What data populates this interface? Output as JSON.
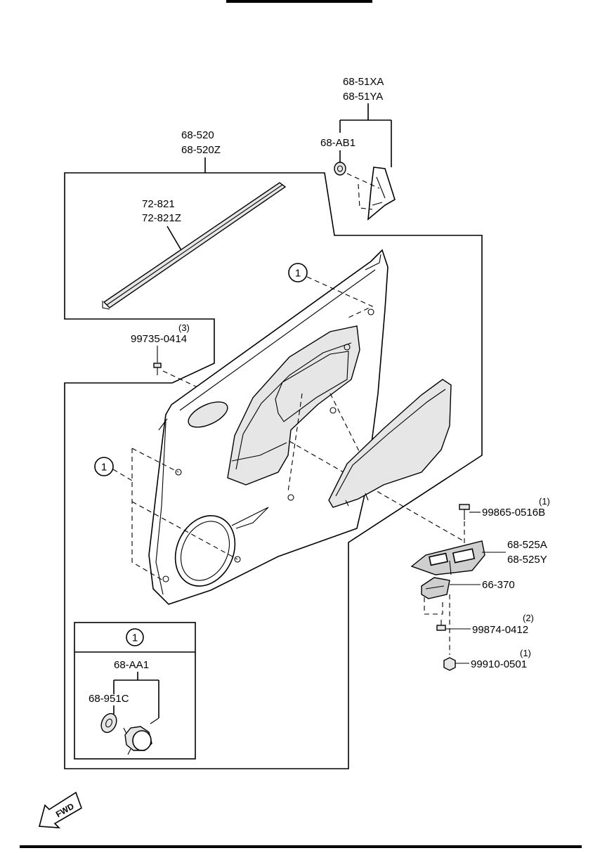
{
  "labels": {
    "moulding_a": "68-51XA",
    "moulding_b": "68-51YA",
    "clip_ab1": "68-AB1",
    "trim_panel_a": "68-520",
    "trim_panel_b": "68-520Z",
    "weatherstrip_a": "72-821",
    "weatherstrip_b": "72-821Z",
    "screw_qty_1": "(3)",
    "screw_1": "99735-0414",
    "screw_qty_2": "(1)",
    "screw_2": "99865-0516B",
    "switch_panel_a": "68-525A",
    "switch_panel_b": "68-525Y",
    "switch": "66-370",
    "screw_qty_3": "(2)",
    "screw_3": "99874-0412",
    "nut_qty": "(1)",
    "nut": "99910-0501",
    "callout_symbol": "1",
    "inset_clip": "68-AA1",
    "inset_washer": "68-951C",
    "fwd": "FWD"
  }
}
